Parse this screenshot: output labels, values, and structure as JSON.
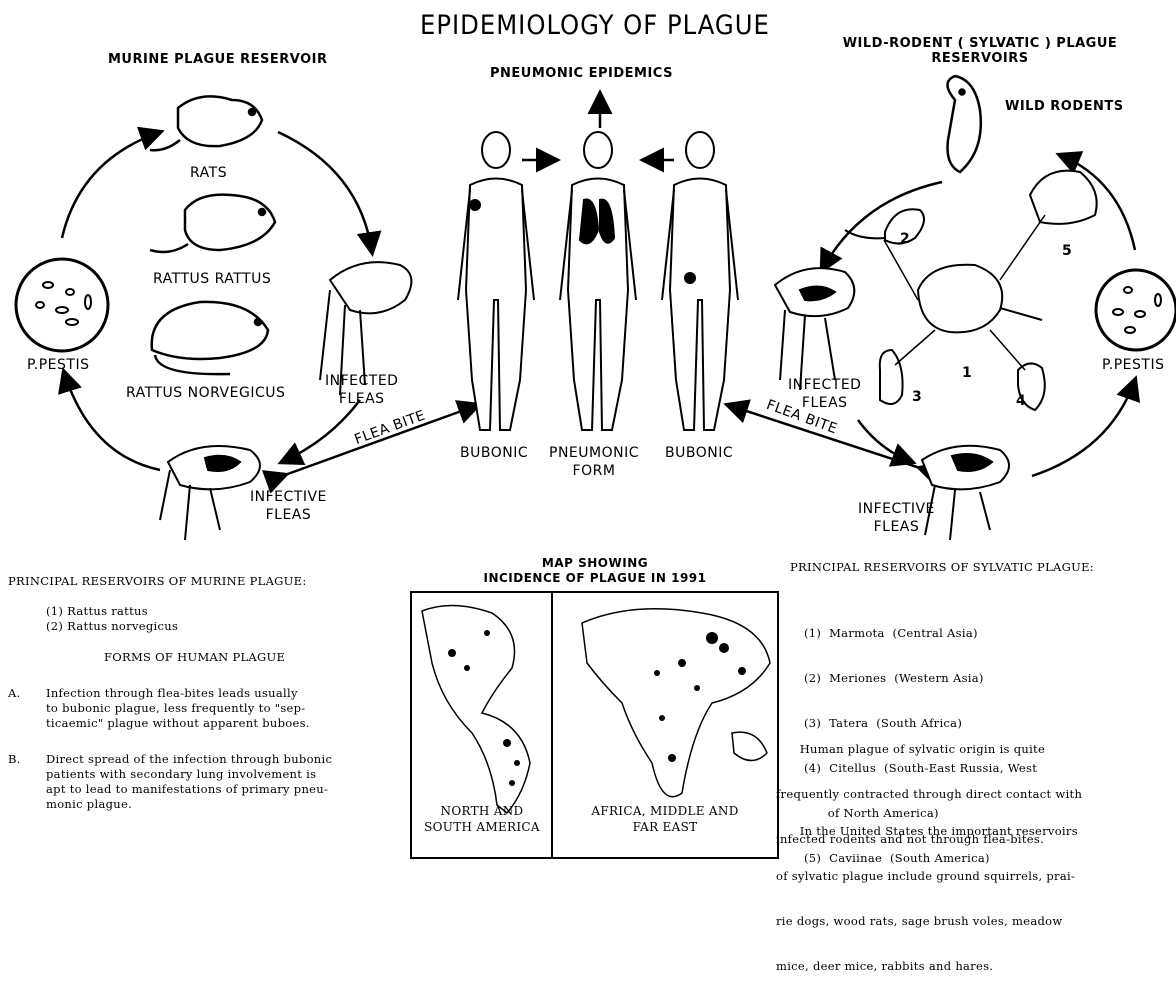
{
  "title": "EPIDEMIOLOGY OF PLAGUE",
  "murine": {
    "heading": "MURINE PLAGUE RESERVOIR",
    "rats": "RATS",
    "rattus_rattus": "RATTUS RATTUS",
    "rattus_norvegicus": "RATTUS NORVEGICUS",
    "p_pestis": "P.PESTIS",
    "infected_fleas": [
      "INFECTED",
      "FLEAS"
    ],
    "infective_fleas": [
      "INFECTIVE",
      "FLEAS"
    ]
  },
  "center": {
    "heading": "PNEUMONIC    EPIDEMICS",
    "bubonic_left": "BUBONIC",
    "pneumonic_form": [
      "PNEUMONIC",
      "FORM"
    ],
    "bubonic_right": "BUBONIC",
    "flea_bite": "FLEA BITE"
  },
  "sylvatic": {
    "heading": [
      "WILD-RODENT  ( SYLVATIC )  PLAGUE",
      "RESERVOIRS"
    ],
    "wild_rodents": "WILD RODENTS",
    "p_pestis": "P.PESTIS",
    "infected_fleas": [
      "INFECTED",
      "FLEAS"
    ],
    "infective_fleas": [
      "INFECTIVE",
      "FLEAS"
    ],
    "numbers": [
      "1",
      "2",
      "3",
      "4",
      "5"
    ]
  },
  "map": {
    "title": [
      "MAP SHOWING",
      "INCIDENCE OF PLAGUE IN 1991"
    ],
    "left_caption": [
      "NORTH AND",
      "SOUTH AMERICA"
    ],
    "right_caption": [
      "AFRICA, MIDDLE AND",
      "FAR EAST"
    ]
  },
  "left_text": {
    "heading": "PRINCIPAL RESERVOIRS OF MURINE PLAGUE:",
    "items": [
      "(1)  Rattus rattus",
      "(2)  Rattus norvegicus"
    ],
    "forms_heading": "FORMS OF HUMAN PLAGUE",
    "para_a_marker": "A.",
    "para_a": [
      "Infection through flea-bites leads usually",
      "to bubonic plague, less frequently to \"sep-",
      "ticaemic\" plague without apparent buboes."
    ],
    "para_b_marker": "B.",
    "para_b": [
      "Direct spread of the infection through bubonic",
      "patients with secondary lung involvement is",
      "apt to lead to manifestations of primary pneu-",
      "monic plague."
    ]
  },
  "right_text": {
    "heading": "PRINCIPAL RESERVOIRS OF SYLVATIC PLAGUE:",
    "items": [
      "(1)  Marmota  (Central Asia)",
      "(2)  Meriones  (Western Asia)",
      "(3)  Tatera  (South Africa)",
      "(4)  Citellus  (South-East Russia, West",
      "      of North America)",
      "(5)  Caviinae  (South America)"
    ],
    "para1": [
      "      Human plague of sylvatic origin is quite",
      "frequently contracted through direct contact with",
      "infected rodents and not through flea-bites."
    ],
    "para2": [
      "      In the United States the important reservoirs",
      "of sylvatic plague include ground squirrels, prai-",
      "rie dogs, wood rats, sage brush voles, meadow",
      "mice, deer mice, rabbits and hares."
    ]
  }
}
